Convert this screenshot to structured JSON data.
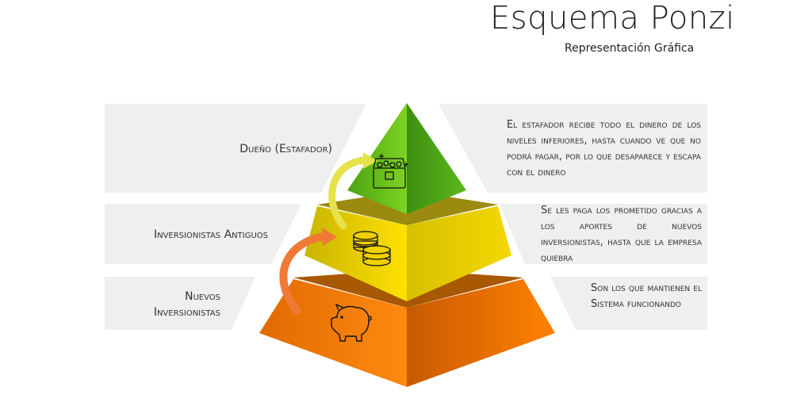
{
  "header": {
    "title": "Esquema Ponzi",
    "subtitle": "Representación Gráfica"
  },
  "levels": [
    {
      "label": "Dueño (Estafador)",
      "description": "El estafador recibe todo el dinero de los niveles inferiores, hasta cuando ve que no podrá pagar, por lo que desaparece y escapa con el dinero",
      "icon": "treasure-chest-icon",
      "color": "#5bb81c"
    },
    {
      "label": "Inversionistas Antiguos",
      "description": "Se les paga los prometido gracias a los aportes de nuevos inversionistas, hasta que la empresa quiebra",
      "icon": "coins-icon",
      "color": "#f2d400"
    },
    {
      "label": "Nuevos Inversionistas",
      "description": "Son los que mantienen el Sistema funcionando",
      "icon": "piggy-bank-icon",
      "color": "#ff8200"
    }
  ]
}
